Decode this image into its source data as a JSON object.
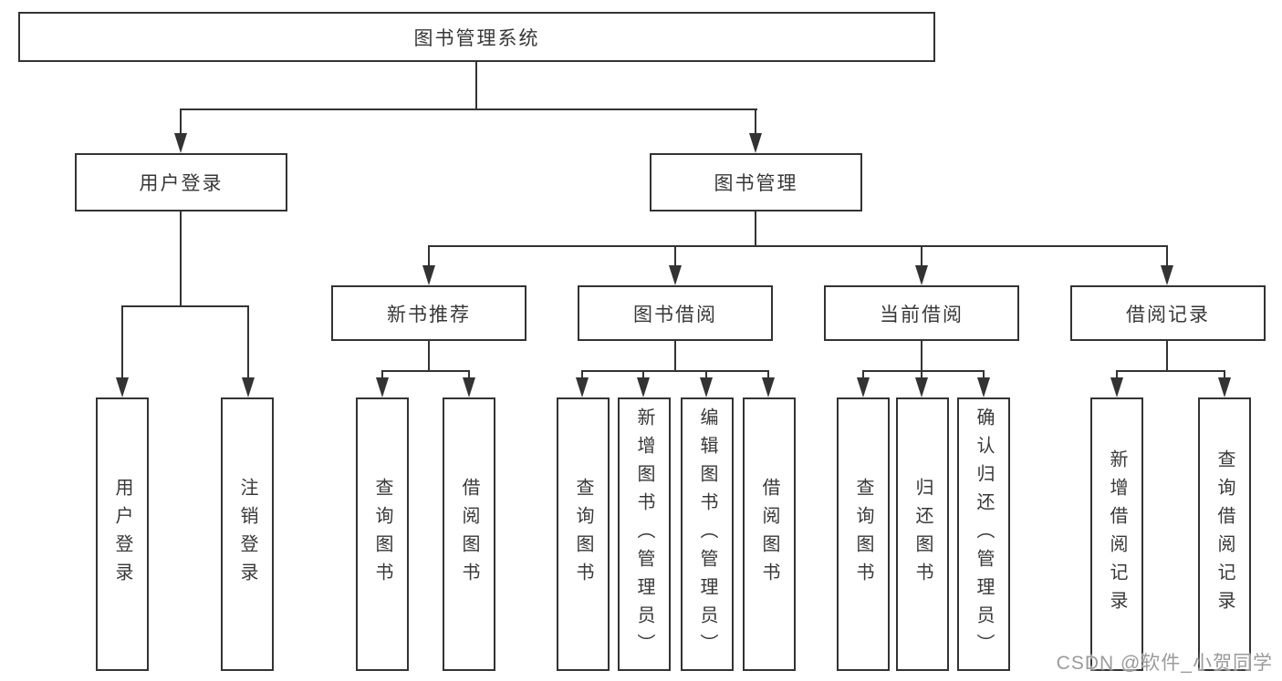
{
  "tree": {
    "root": {
      "label": "图书管理系统"
    },
    "branches": [
      {
        "label": "用户登录",
        "children": [
          {
            "label": "用户登录"
          },
          {
            "label": "注销登录"
          }
        ]
      },
      {
        "label": "图书管理",
        "groups": [
          {
            "label": "新书推荐",
            "children": [
              {
                "label": "查询图书"
              },
              {
                "label": "借阅图书"
              }
            ]
          },
          {
            "label": "图书借阅",
            "children": [
              {
                "label": "查询图书"
              },
              {
                "label": "新增图书（管理员）"
              },
              {
                "label": "编辑图书（管理员）"
              },
              {
                "label": "借阅图书"
              }
            ]
          },
          {
            "label": "当前借阅",
            "children": [
              {
                "label": "查询图书"
              },
              {
                "label": "归还图书"
              },
              {
                "label": "确认归还（管理员）"
              }
            ]
          },
          {
            "label": "借阅记录",
            "children": [
              {
                "label": "新增借阅记录"
              },
              {
                "label": "查询借阅记录"
              }
            ]
          }
        ]
      }
    ]
  },
  "watermark": {
    "text": "CSDN @软件_小贺同学"
  },
  "colors": {
    "line": "#333333",
    "text": "#383838",
    "watermark": "#9b9b9b",
    "background": "#ffffff"
  }
}
